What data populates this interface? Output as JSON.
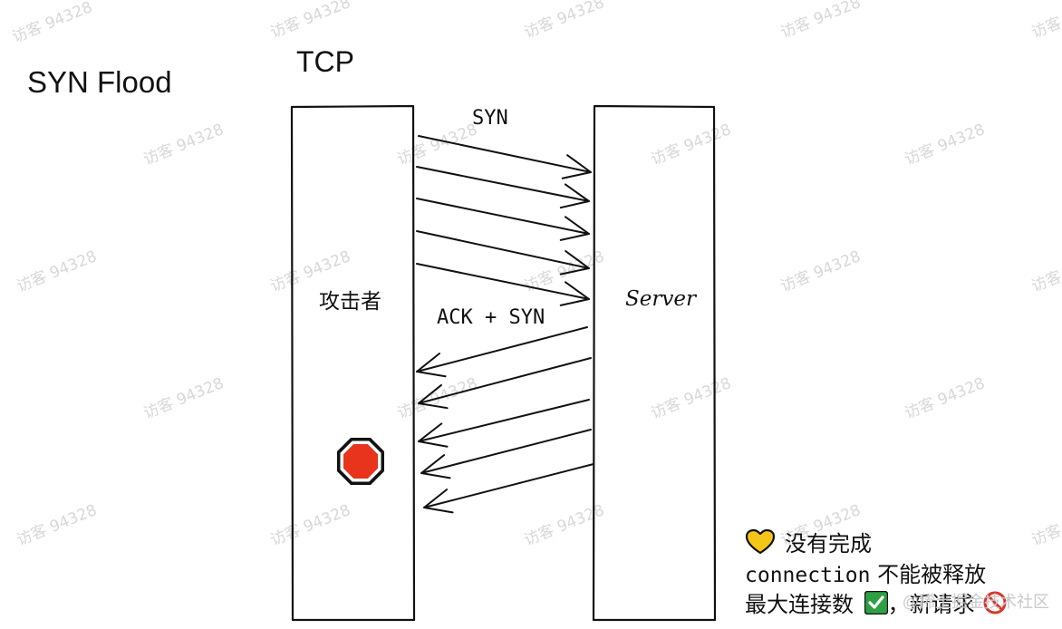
{
  "title": "SYN Flood",
  "protocol": "TCP",
  "attacker_label": "攻击者",
  "server_label": "Server",
  "syn_label": "SYN",
  "ack_syn_label": "ACK + SYN",
  "notes": {
    "line1": "没有完成",
    "line2_code": "connection",
    "line2_text": " 不能被释放",
    "line3_a": "最大连接数",
    "line3_b": "，新请求"
  },
  "watermark_text": "访客 94328",
  "source_mark": "@稀土掘金技术社区",
  "icons": {
    "stop": "octagonal-stop-sign-icon",
    "heart": "yellow-heart-icon",
    "check": "green-check-icon",
    "prohibited": "no-entry-icon"
  },
  "colors": {
    "stroke": "#111111",
    "stop_red": "#e8341c",
    "heart": "#f5c518",
    "check": "#2ea043",
    "prohibited": "#d9362b"
  }
}
